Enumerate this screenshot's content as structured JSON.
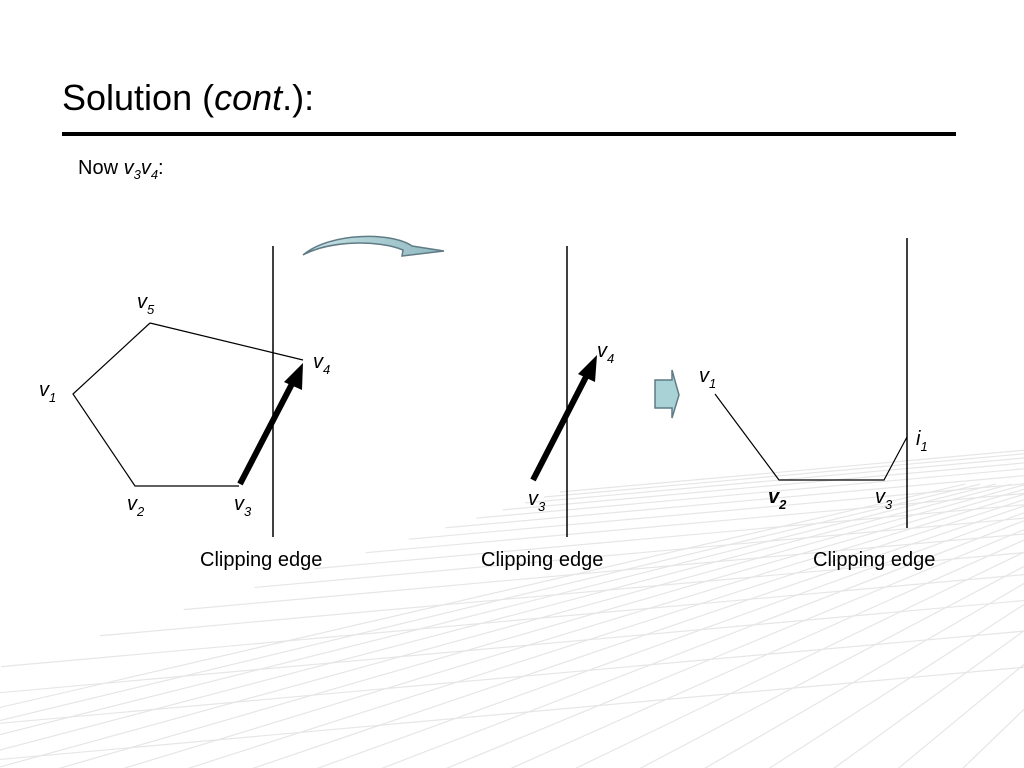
{
  "slide": {
    "title": {
      "pre": "Solution (",
      "em": "cont",
      "post": ".):"
    },
    "subtitle": {
      "pre": "Now ",
      "a": "v",
      "a_sub": "3",
      "b": "v",
      "b_sub": "4",
      "post": ":"
    }
  },
  "clip_label": "Clipping edge",
  "panel1": {
    "v1": {
      "base": "v",
      "sub": "1"
    },
    "v2": {
      "base": "v",
      "sub": "2"
    },
    "v3": {
      "base": "v",
      "sub": "3"
    },
    "v4": {
      "base": "v",
      "sub": "4"
    },
    "v5": {
      "base": "v",
      "sub": "5"
    }
  },
  "panel2": {
    "v3": {
      "base": "v",
      "sub": "3"
    },
    "v4": {
      "base": "v",
      "sub": "4"
    }
  },
  "panel3": {
    "v1": {
      "base": "v",
      "sub": "1"
    },
    "v2": {
      "base": "v",
      "sub": "2"
    },
    "v3": {
      "base": "v",
      "sub": "3"
    },
    "i1": {
      "base": "i",
      "sub": "1"
    }
  },
  "colors": {
    "arrow_fill": "#a9d2d6",
    "arrow_stroke": "#5f7b85",
    "grid_line": "#e6e6e6"
  }
}
